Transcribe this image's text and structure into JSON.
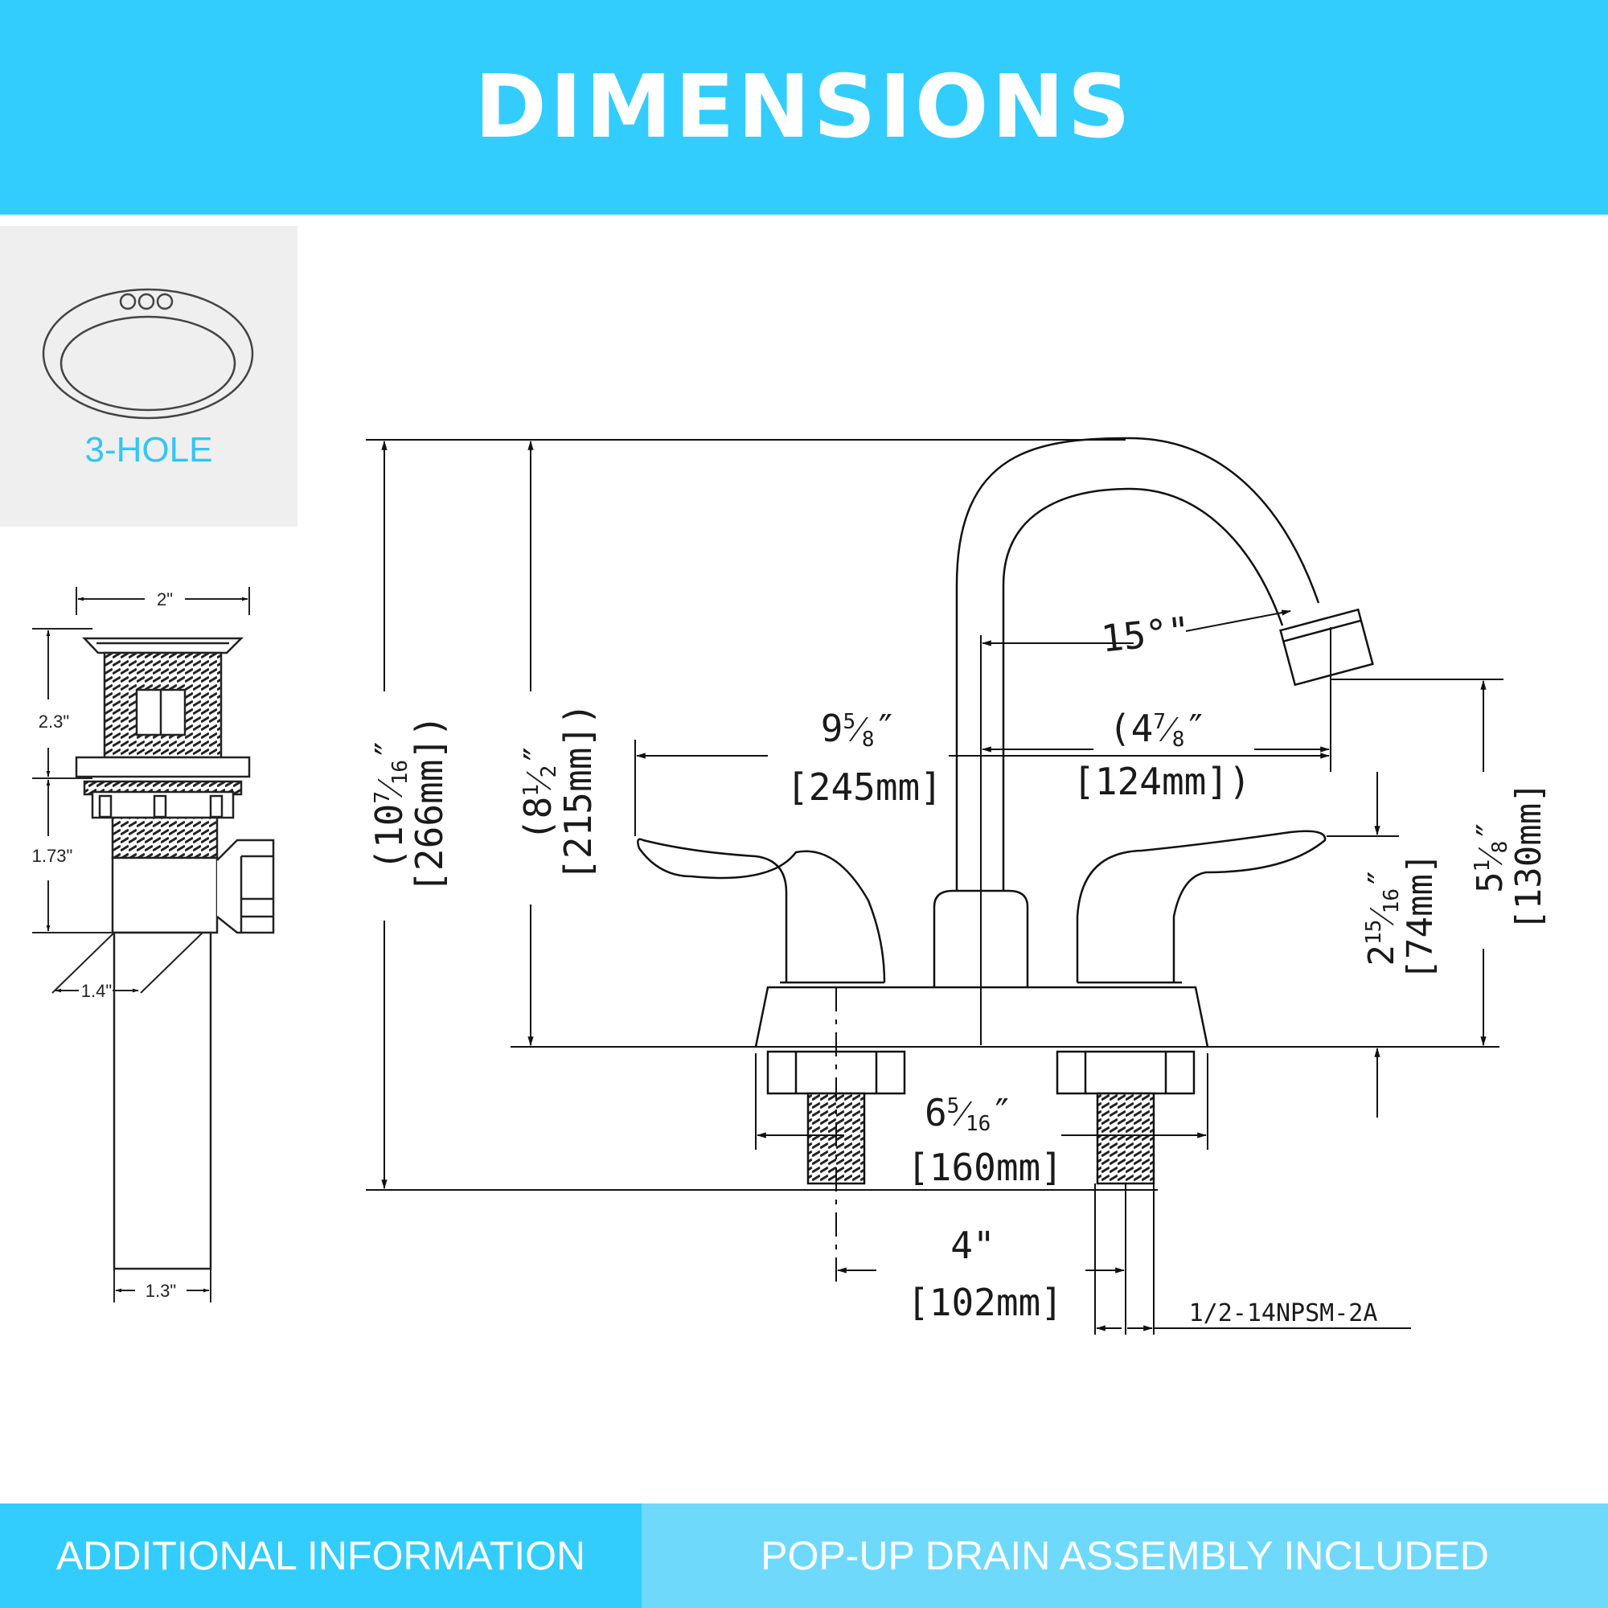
{
  "header": {
    "title": "DIMENSIONS"
  },
  "hole_panel": {
    "label": "3-HOLE"
  },
  "drain": {
    "width": "2\"",
    "height_upper": "2.3\"",
    "height_lower": "1.73\"",
    "tail_offset": "1.4\"",
    "tail_diameter": "1.3\""
  },
  "faucet": {
    "total_height_in": "10",
    "total_height_frac_num": "7",
    "total_height_frac_den": "16",
    "total_height_mm": "[266mm]",
    "spout_height_in": "8",
    "spout_height_frac_num": "1",
    "spout_height_frac_den": "2",
    "spout_height_mm": "[215mm]",
    "length_in": "9",
    "length_frac_num": "5",
    "length_frac_den": "8",
    "length_mm": "[245mm]",
    "reach_in": "4",
    "reach_frac_num": "7",
    "reach_frac_den": "8",
    "reach_mm": "[124mm]",
    "angle": "15°\"",
    "outlet_height_in": "5",
    "outlet_height_frac_num": "1",
    "outlet_height_frac_den": "8",
    "outlet_height_mm": "[130mm]",
    "handle_height_in": "2",
    "handle_height_frac_num": "15",
    "handle_height_frac_den": "16",
    "handle_height_mm": "[74mm]",
    "base_width_in": "6",
    "base_width_frac_num": "5",
    "base_width_frac_den": "16",
    "base_width_mm": "[160mm]",
    "center_spacing_in": "4\"",
    "center_spacing_mm": "[102mm]",
    "thread_spec": "1/2-14NPSM-2A"
  },
  "footer": {
    "left": "ADDITIONAL INFORMATION",
    "right": "POP-UP DRAIN ASSEMBLY INCLUDED"
  }
}
